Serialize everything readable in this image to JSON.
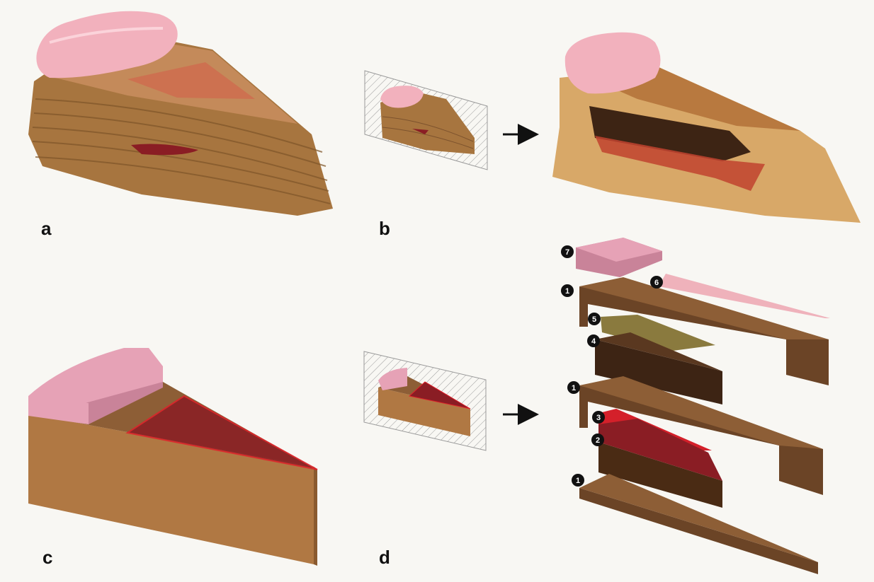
{
  "panels": [
    {
      "key": "a",
      "label": "a"
    },
    {
      "key": "b",
      "label": "b"
    },
    {
      "key": "c",
      "label": "c"
    },
    {
      "key": "d",
      "label": "d"
    }
  ],
  "layer_badges": [
    "7",
    "6",
    "1",
    "5",
    "4",
    "1",
    "3",
    "2",
    "1"
  ],
  "colors": {
    "dough": "#b07843",
    "dough_dark": "#6b4426",
    "frosting": "#e6a2b6",
    "frosting_dark": "#c98399",
    "jam": "#8a1d24",
    "jam_bright": "#d4202a",
    "filling_olive": "#8a7a3e",
    "chocolate": "#3d2414",
    "layer_pink": "#efb2bb",
    "hatch": "#9a9a9a",
    "arrow": "#111111"
  }
}
